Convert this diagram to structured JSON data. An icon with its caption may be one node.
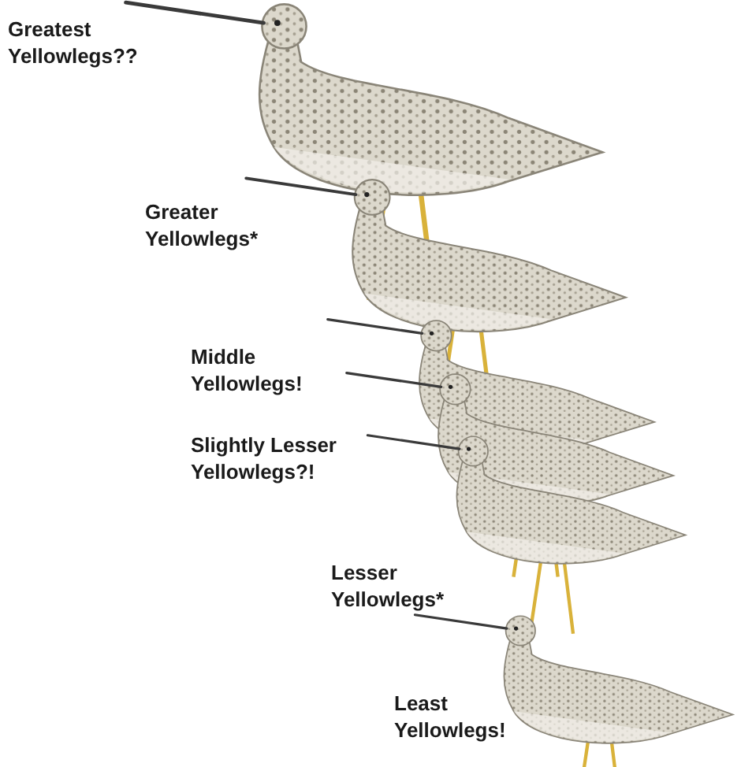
{
  "diagram": {
    "labels": [
      "Greatest Yellowlegs??",
      "Greater Yellowlegs*",
      "Middle Yellowlegs!",
      "Slightly Lesser Yellowlegs?!",
      "Lesser Yellowlegs*",
      "Least Yellowlegs!"
    ]
  }
}
